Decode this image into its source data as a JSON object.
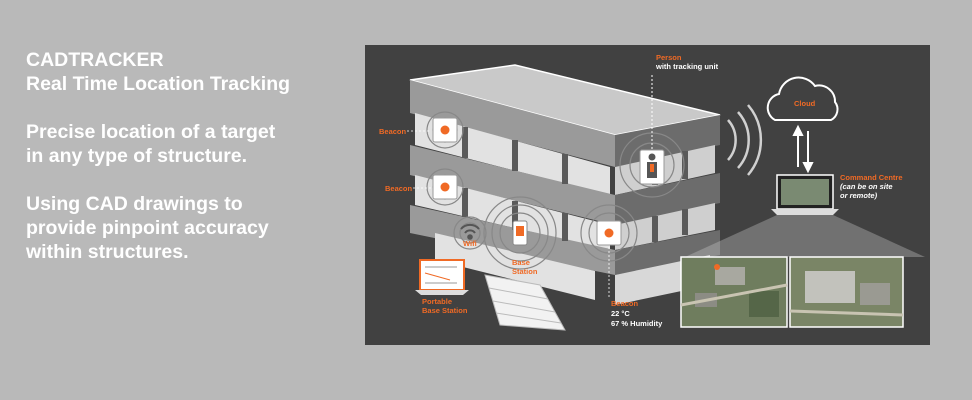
{
  "heading": {
    "title": "CADTRACKER",
    "subtitle": "Real Time Location Tracking"
  },
  "paragraphs": {
    "p1_line1": "Precise location of a target",
    "p1_line2": "in any type of  structure.",
    "p2_line1": "Using CAD drawings to",
    "p2_line2": "provide pinpoint accuracy",
    "p2_line3": "within structures."
  },
  "diagram": {
    "person_label": "Person",
    "person_sublabel": "with tracking unit",
    "cloud_label": "Cloud",
    "beacon_top_label": "Beacon",
    "beacon_mid_label": "Beacon",
    "wifi_label": "Wifi",
    "base_station_line1": "Base",
    "base_station_line2": "Station",
    "portable_line1": "Portable",
    "portable_line2": "Base Station",
    "beacon_bottom_label": "Beacon",
    "beacon_temp": "22 °C",
    "beacon_humidity": "67 % Humidity",
    "command_centre_label": "Command Centre",
    "command_centre_sub1": "(can be on site",
    "command_centre_sub2": "or remote)"
  },
  "colors": {
    "page_background": "#b9b9b9",
    "figure_background": "#414141",
    "accent": "#f06a25",
    "text": "#ffffff"
  }
}
